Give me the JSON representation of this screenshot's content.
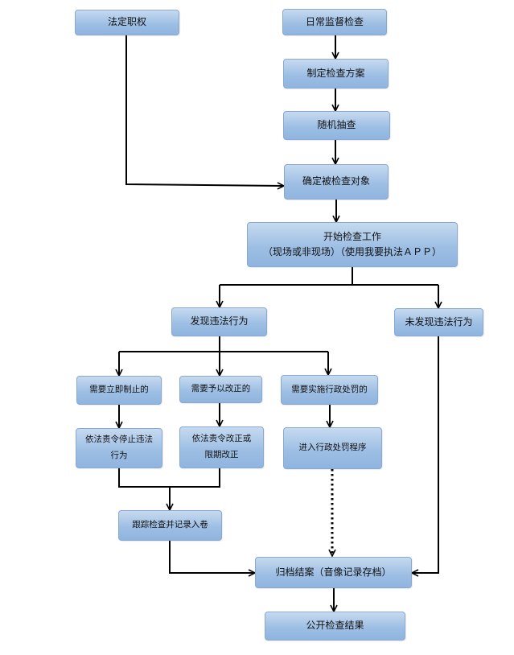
{
  "nodes": {
    "legal_authority": "法定职权",
    "daily_supervision": "日常监督检查",
    "make_plan": "制定检查方案",
    "random_check": "随机抽查",
    "determine_target": "确定被检查对象",
    "start_work_line1": "开始检查工作",
    "start_work_line2": "（现场或非现场）（使用我要执法ＡＰＰ）",
    "found_violation": "发现违法行为",
    "no_violation": "未发现违法行为",
    "need_stop": "需要立即制止的",
    "need_correct": "需要予以改正的",
    "need_penalty": "需要实施行政处罚的",
    "order_stop_line1": "依法责令停止违法",
    "order_stop_line2": "行为",
    "order_correct_line1": "依法责令改正或",
    "order_correct_line2": "限期改正",
    "penalty_procedure": "进入行政处罚程序",
    "follow_up": "跟踪检查并记录入卷",
    "archive": "归档结案（音像记录存档）",
    "publish": "公开检查结果"
  }
}
